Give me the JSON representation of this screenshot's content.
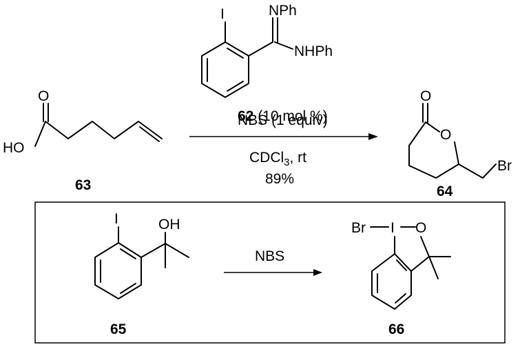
{
  "compounds": {
    "c62": {
      "number": "62",
      "atom_i": "I",
      "atom_nph": "NPh",
      "atom_nhph": "NHPh",
      "loading": " (10 mol %)"
    },
    "c63": {
      "number": "63",
      "atom_o": "O",
      "atom_ho": "HO"
    },
    "c64": {
      "number": "64",
      "atom_o_carbonyl": "O",
      "atom_o_ring": "O",
      "atom_br": "Br"
    },
    "c65": {
      "number": "65",
      "atom_i": "I",
      "atom_oh": "OH"
    },
    "c66": {
      "number": "66",
      "atom_br": "Br",
      "atom_i": "I",
      "atom_o": "O"
    }
  },
  "reaction1": {
    "reagent": "NBS (1 equiv)",
    "solvent_prefix": "CDCl",
    "solvent_subscript": "3",
    "solvent_suffix": ", rt",
    "yield": "89%"
  },
  "reaction2": {
    "reagent": "NBS"
  }
}
